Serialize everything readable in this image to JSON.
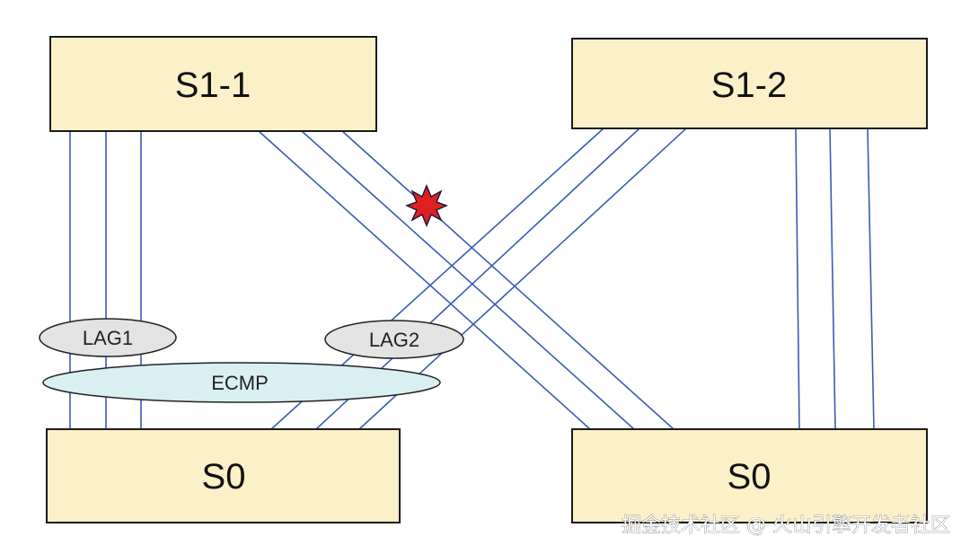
{
  "nodes": {
    "s1_1": "S1-1",
    "s1_2": "S1-2",
    "s0_left": "S0",
    "s0_right": "S0"
  },
  "groups": {
    "lag1": "LAG1",
    "lag2": "LAG2",
    "ecmp": "ECMP"
  },
  "failure_marker": "burst-icon",
  "colors": {
    "box_fill": "#fcf0c8",
    "link": "#3b5bb5",
    "lag_fill": "#e3e3e3",
    "ecmp_fill": "#d8f0f2",
    "failure": "#e02020"
  },
  "watermark": "掘金技术社区 @ 火山引擎开发者社区"
}
